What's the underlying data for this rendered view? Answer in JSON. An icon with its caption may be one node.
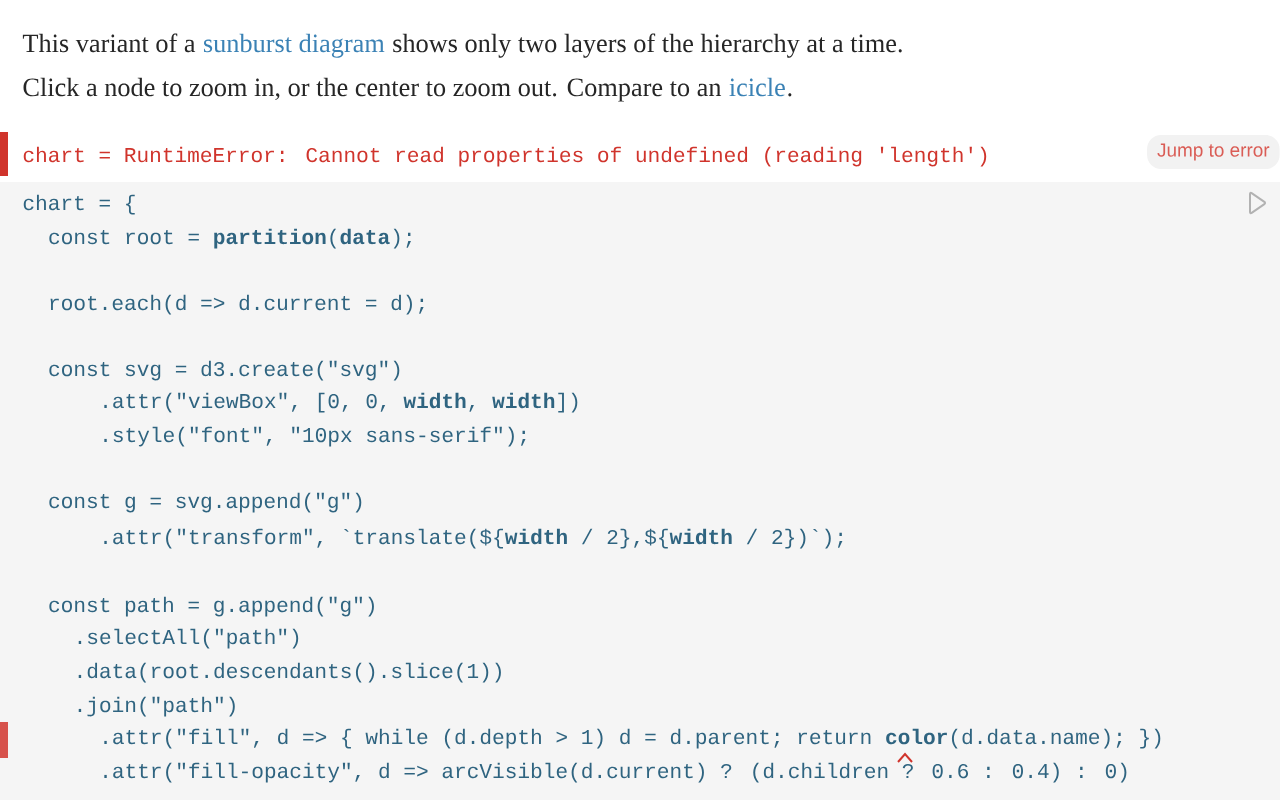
{
  "diagram": {
    "labels": [
      "This variant of a",
      "sunburst diagram",
      "shows only two layers of the hierarchy at a time.",
      "Click a node to zoom in, or the center to zoom out. Compare to an",
      "icicle",
      ".",
      "chart = RuntimeError: Cannot read properties of undefined (reading 'length')",
      "Jump to error",
      "chart = {",
      "const root = **partition**(**data**);",
      "root.each(d => d.current = d);",
      "const svg = d3.create(\"svg\")",
      ".attr(\"viewBox\", [0, 0, **width**, **width**])",
      ".style(\"font\", \"10px sans-serif\");",
      "const g = svg.append(\"g\")",
      ".attr(\"transform\", `translate(${**width** / 2},${**width** / 2})`);",
      "const path = g.append(\"g\")",
      ".selectAll(\"path\")",
      ".data(root.descendants().slice(1))",
      ".join(\"path\")",
      ".attr(\"fill\", d => { while (d.depth > 1) d = d.parent; return **color**(d.data.name); })",
      ".attr(\"fill-opacity\", d => arcVisible(d.current) ? (d.children ? 0.6 : 0.4) : 0)"
    ]
  }
}
